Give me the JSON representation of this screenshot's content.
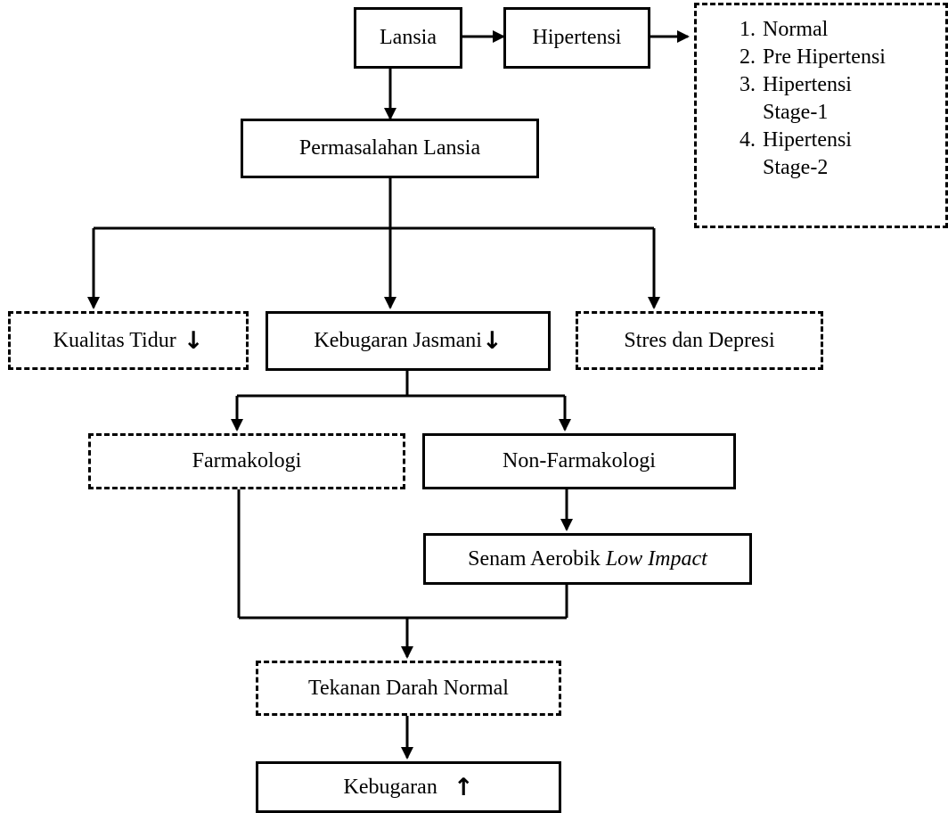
{
  "nodes": {
    "lansia": "Lansia",
    "hipertensi": "Hipertensi",
    "permasalahan": "Permasalahan Lansia",
    "kualitas_tidur": "Kualitas Tidur",
    "kebugaran_jasmani": "Kebugaran Jasmani",
    "stres": "Stres dan Depresi",
    "farmakologi": "Farmakologi",
    "non_farmakologi": "Non-Farmakologi",
    "senam_prefix": "Senam Aerobik ",
    "senam_italic": "Low Impact",
    "tekanan": "Tekanan Darah Normal",
    "kebugaran": "Kebugaran"
  },
  "indicators": {
    "down": "↓",
    "up": "↑"
  },
  "legend": {
    "items": [
      "Normal",
      "Pre Hipertensi",
      "Hipertensi Stage-1",
      "Hipertensi Stage-2"
    ]
  }
}
